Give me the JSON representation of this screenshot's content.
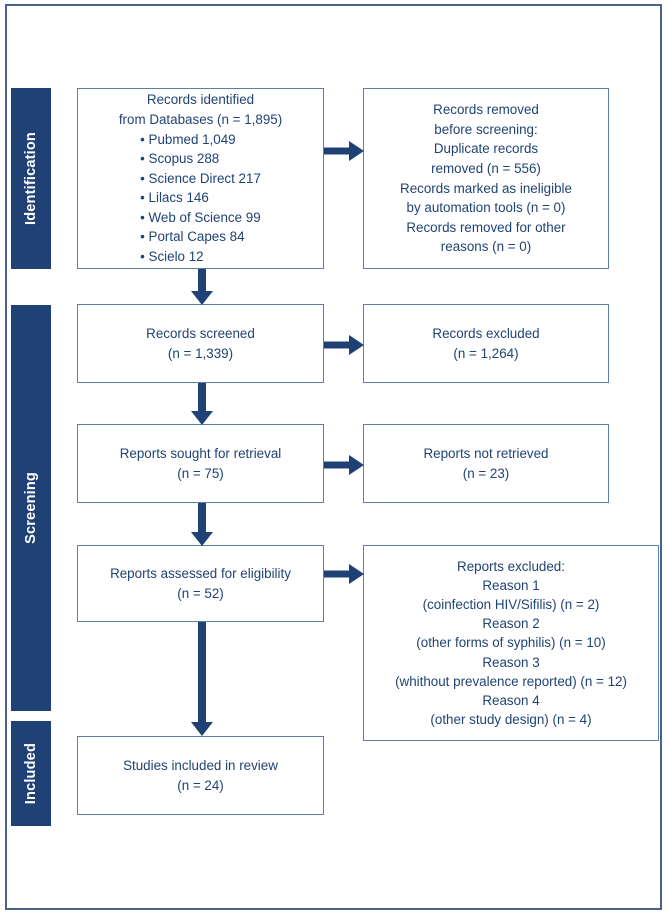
{
  "theme": {
    "navy": "#1f4175",
    "box_border": "#5c80a8",
    "text_blue": "#1f4374",
    "frame_border": "#4a618c",
    "white": "#ffffff"
  },
  "stages": [
    {
      "id": "identification",
      "label": "Identification"
    },
    {
      "id": "screening",
      "label": "Screening"
    },
    {
      "id": "included",
      "label": "Included"
    }
  ],
  "flow": {
    "identified": {
      "line1": "Records identified",
      "line2": "from Databases (n = 1,895)",
      "sources": [
        "Pubmed 1,049",
        "Scopus 288",
        "Science Direct 217",
        "Lilacs 146",
        "Web of Science 99",
        "Portal Capes 84",
        "Scielo 12"
      ]
    },
    "removed": {
      "line1": "Records removed",
      "line2": "before screening:",
      "line3": "Duplicate records",
      "line4": "removed  (n = 556)",
      "line5": "Records marked as ineligible",
      "line6": "by automation tools (n = 0)",
      "line7": "Records removed for other",
      "line8": "reasons (n = 0)"
    },
    "screened": {
      "line1": "Records screened",
      "line2": "(n = 1,339)"
    },
    "excluded_records": {
      "line1": "Records excluded",
      "line2": "(n = 1,264)"
    },
    "sought": {
      "line1": "Reports sought for retrieval",
      "line2": "(n = 75)"
    },
    "not_retrieved": {
      "line1": "Reports not retrieved",
      "line2": "(n = 23)"
    },
    "assessed": {
      "line1": "Reports assessed for eligibility",
      "line2": "(n = 52)"
    },
    "excluded_reports": {
      "title": "Reports excluded:",
      "reasons": [
        {
          "name": "Reason 1",
          "detail": "(coinfection HIV/Sifilis) (n = 2)"
        },
        {
          "name": "Reason 2",
          "detail": "(other forms of syphilis) (n = 10)"
        },
        {
          "name": "Reason 3",
          "detail": "(whithout prevalence reported) (n = 12)"
        },
        {
          "name": "Reason 4",
          "detail": "(other study design) (n = 4)"
        }
      ]
    },
    "included": {
      "line1": "Studies included in review",
      "line2": "(n = 24)"
    }
  },
  "arrows": {
    "h1": "arrow-right",
    "h2": "arrow-right",
    "h3": "arrow-right",
    "h4": "arrow-right",
    "v1": "arrow-down",
    "v2": "arrow-down",
    "v3": "arrow-down",
    "v4": "arrow-down"
  },
  "chart_data": {
    "type": "table",
    "title": "PRISMA 2020 flow diagram",
    "nodes": [
      {
        "stage": "Identification",
        "label": "Records identified from Databases",
        "n": 1895,
        "breakdown": {
          "Pubmed": 1049,
          "Scopus": 288,
          "Science Direct": 217,
          "Lilacs": 146,
          "Web of Science": 99,
          "Portal Capes": 84,
          "Scielo": 12
        }
      },
      {
        "stage": "Identification",
        "label": "Records removed before screening: Duplicate records removed",
        "n": 556
      },
      {
        "stage": "Identification",
        "label": "Records marked as ineligible by automation tools",
        "n": 0
      },
      {
        "stage": "Identification",
        "label": "Records removed for other reasons",
        "n": 0
      },
      {
        "stage": "Screening",
        "label": "Records screened",
        "n": 1339
      },
      {
        "stage": "Screening",
        "label": "Records excluded",
        "n": 1264
      },
      {
        "stage": "Screening",
        "label": "Reports sought for retrieval",
        "n": 75
      },
      {
        "stage": "Screening",
        "label": "Reports not retrieved",
        "n": 23
      },
      {
        "stage": "Screening",
        "label": "Reports assessed for eligibility",
        "n": 52
      },
      {
        "stage": "Screening",
        "label": "Reports excluded: Reason 1 (coinfection HIV/Sifilis)",
        "n": 2
      },
      {
        "stage": "Screening",
        "label": "Reports excluded: Reason 2 (other forms of syphilis)",
        "n": 10
      },
      {
        "stage": "Screening",
        "label": "Reports excluded: Reason 3 (whithout prevalence reported)",
        "n": 12
      },
      {
        "stage": "Screening",
        "label": "Reports excluded: Reason 4 (other study design)",
        "n": 4
      },
      {
        "stage": "Included",
        "label": "Studies included in review",
        "n": 24
      }
    ]
  }
}
